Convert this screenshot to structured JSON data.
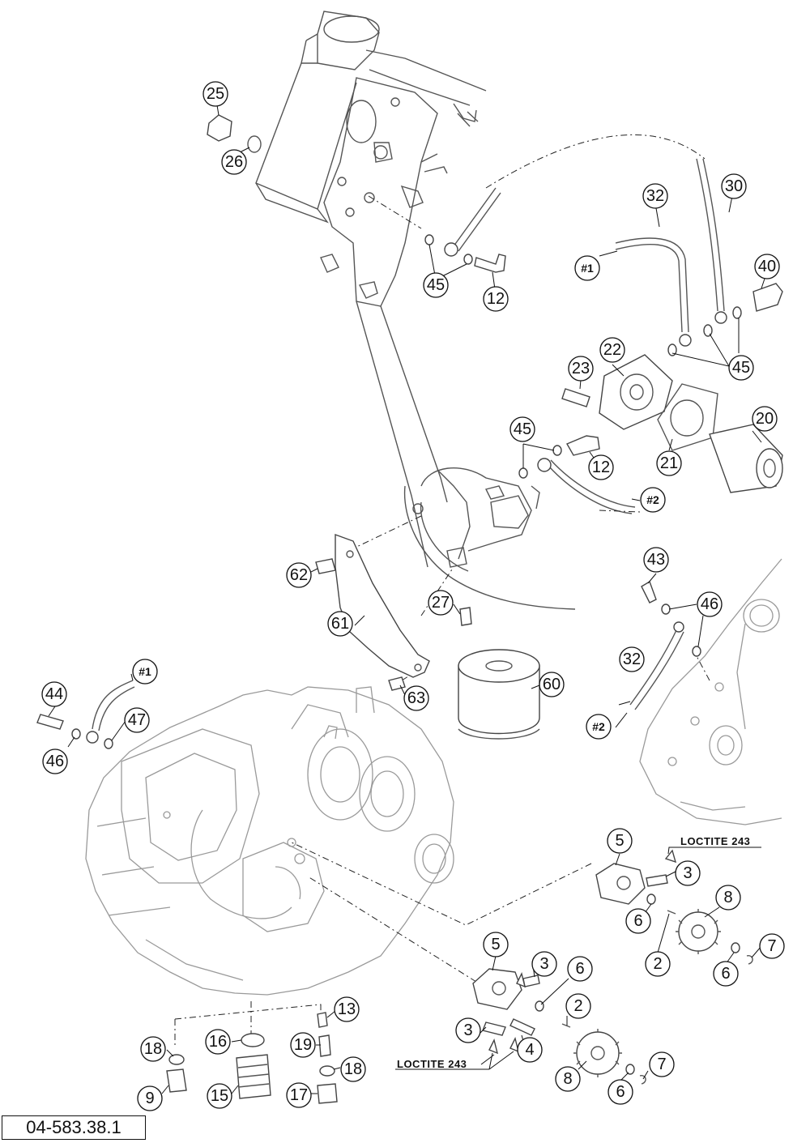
{
  "drawing_number": "04-583.38.1",
  "notes": {
    "loctite": "LOCTITE 243"
  },
  "refs": {
    "r1": "#1",
    "r2": "#2"
  },
  "callouts": {
    "c25": "25",
    "c26": "26",
    "c45a": "45",
    "c12a": "12",
    "c32a": "32",
    "c30": "30",
    "c40": "40",
    "c45b": "45",
    "c22": "22",
    "c23": "23",
    "c45c": "45",
    "c12b": "12",
    "c21": "21",
    "c20": "20",
    "c62": "62",
    "c61": "61",
    "c27": "27",
    "c63": "63",
    "c60": "60",
    "c43": "43",
    "c46a": "46",
    "c32b": "32",
    "c44": "44",
    "c46b": "46",
    "c47": "47",
    "c5a": "5",
    "c3a": "3",
    "c8a": "8",
    "c6a": "6",
    "c2a": "2",
    "c6b": "6",
    "c7a": "7",
    "c5b": "5",
    "c3b": "3",
    "c6c": "6",
    "c2b": "2",
    "c3c": "3",
    "c4": "4",
    "c8b": "8",
    "c6d": "6",
    "c7b": "7",
    "c13": "13",
    "c16": "16",
    "c18a": "18",
    "c19": "19",
    "c18b": "18",
    "c9": "9",
    "c15": "15",
    "c17": "17"
  }
}
